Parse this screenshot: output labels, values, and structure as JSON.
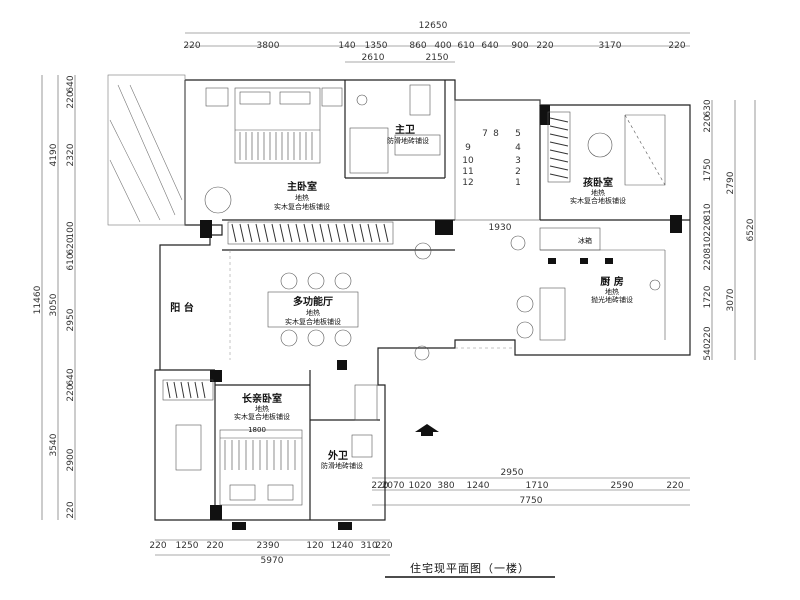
{
  "dims": {
    "top_total": "12650",
    "top_row": [
      "220",
      "3800",
      "140",
      "1350",
      "860",
      "400",
      "610",
      "640",
      "900",
      "220",
      "3170",
      "220"
    ],
    "top_sub": [
      "2610",
      "2150"
    ],
    "left_total": "11460",
    "left_group": [
      "4190",
      "3050",
      "3540"
    ],
    "left_row": [
      "640",
      "220",
      "2320",
      "100",
      "620",
      "610",
      "2950",
      "640",
      "220",
      "2900",
      "220"
    ],
    "right_group": [
      "2790",
      "6520",
      "3070"
    ],
    "right_row": [
      "630",
      "220",
      "1750",
      "810",
      "220",
      "810",
      "220",
      "1720",
      "220",
      "540"
    ],
    "mid_right": [
      "1930",
      "2950",
      "7750"
    ],
    "bottom_row2": [
      "220",
      "2070",
      "1020",
      "380",
      "1240",
      "1710",
      "2590",
      "220"
    ],
    "bottom_row": [
      "220",
      "1250",
      "220",
      "2390",
      "120",
      "1240",
      "310",
      "220"
    ],
    "bottom_total": "5970",
    "bed_width": "1800"
  },
  "rooms": {
    "master_bedroom": {
      "name": "主卧室",
      "sub1": "地热",
      "sub2": "实木复合地板铺设"
    },
    "master_bath": {
      "name": "主卫",
      "sub1": "防滑地砖铺设"
    },
    "kids_room": {
      "name": "孩卧室",
      "sub1": "地热",
      "sub2": "实木复合地板铺设"
    },
    "multi_hall": {
      "name": "多功能厅",
      "sub1": "地热",
      "sub2": "实木复合地板铺设"
    },
    "kitchen": {
      "name": "厨 房",
      "sub1": "地热",
      "sub2": "抛光地砖铺设"
    },
    "fridge": {
      "name": "冰箱"
    },
    "balcony": {
      "name": "阳 台"
    },
    "elder_room": {
      "name": "长亲卧室",
      "sub1": "地热",
      "sub2": "实木复合地板铺设"
    },
    "guest_bath": {
      "name": "外卫",
      "sub1": "防滑地砖铺设"
    }
  },
  "stair_numbers": [
    "7",
    "8",
    "5",
    "9",
    "4",
    "10",
    "3",
    "11",
    "2",
    "12",
    "1"
  ],
  "title": "住宅现平面图（一楼）"
}
